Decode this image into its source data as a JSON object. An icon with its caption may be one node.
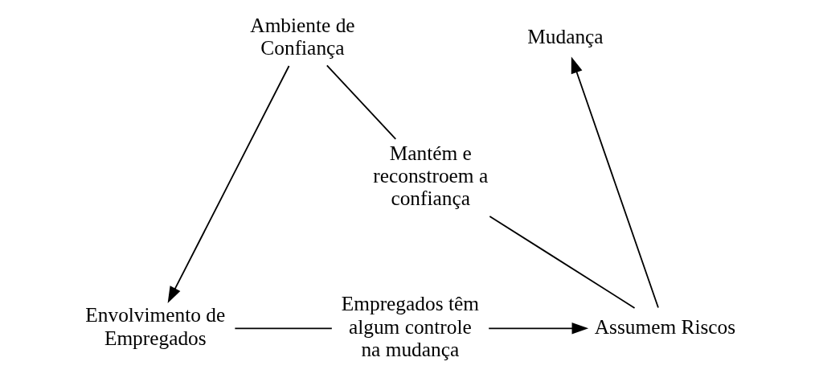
{
  "diagram": {
    "nodes": [
      {
        "text": [
          "Ambiente de Confiança"
        ]
      },
      {
        "text": [
          "Mudança"
        ]
      },
      {
        "text": [
          "Mantém e reconstroem a confiança"
        ]
      },
      {
        "text": [
          "Envolvimento de Empregados"
        ]
      },
      {
        "text": [
          "Empregados têm algum controle na mudança"
        ]
      },
      {
        "text": [
          "Assumem Riscos"
        ]
      }
    ],
    "edges": [
      {
        "from": 0,
        "to": 3,
        "arrow": "to"
      },
      {
        "from": 0,
        "to": 2,
        "arrow": "none"
      },
      {
        "from": 2,
        "to": 5,
        "arrow": "none"
      },
      {
        "from": 3,
        "to": 4,
        "arrow": "none"
      },
      {
        "from": 4,
        "to": 5,
        "arrow": "to"
      },
      {
        "from": 5,
        "to": 1,
        "arrow": "to"
      }
    ]
  }
}
